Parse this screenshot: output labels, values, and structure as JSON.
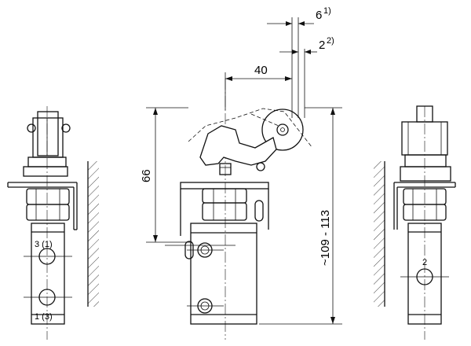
{
  "dimensions": {
    "stroke_6": "6",
    "stroke_6_note": "1)",
    "stroke_2": "2",
    "stroke_2_note": "2)",
    "roller_offset": "40",
    "height_66": "66",
    "overall_height": "~109 - 113"
  },
  "ports": {
    "left_upper": "3  (1)",
    "left_lower": "1  (3)",
    "right_center": "2"
  }
}
